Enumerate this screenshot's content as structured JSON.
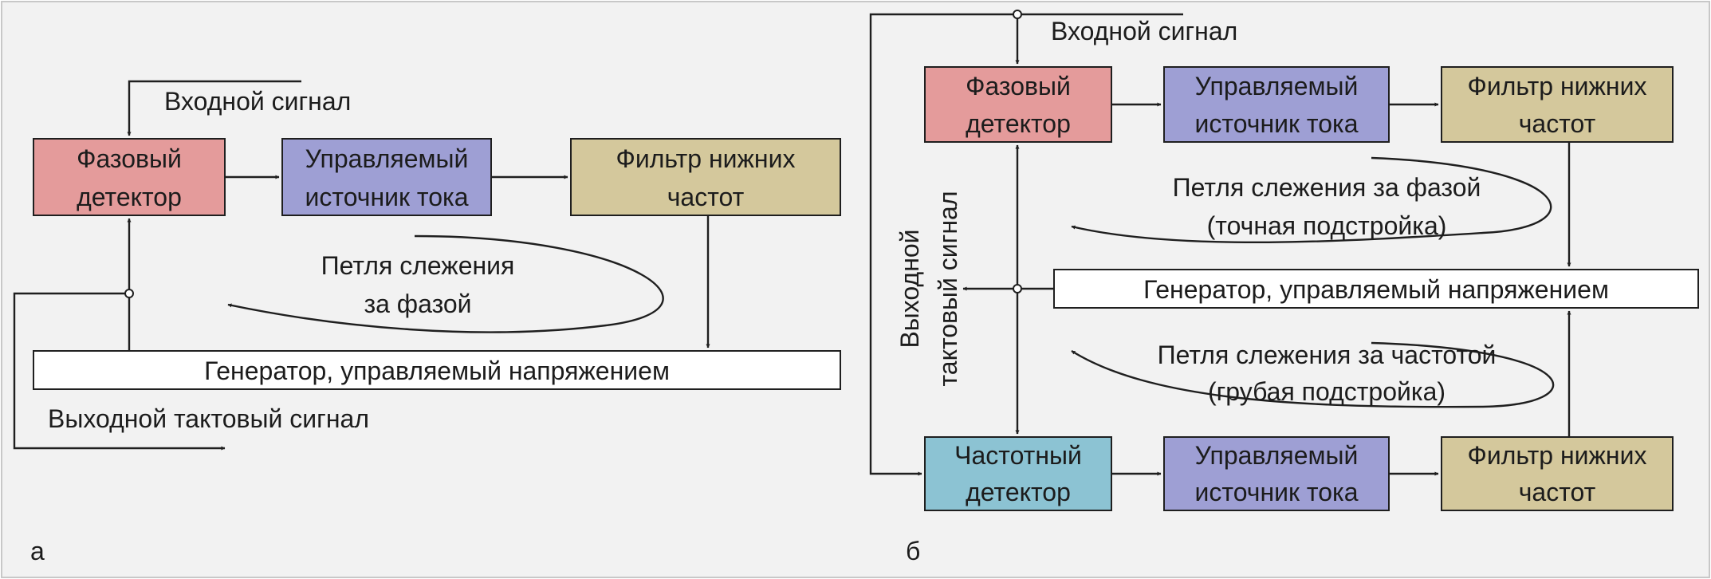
{
  "colors": {
    "background": "#f2f2f2",
    "phase_detector": "#e49b9b",
    "current_source": "#9e9fd4",
    "low_pass_filter": "#d4c89c",
    "frequency_detector": "#8cc3d3",
    "vco": "#ffffff",
    "stroke": "#1f1f1f"
  },
  "panel_a": {
    "label": "а",
    "input_signal": "Входной сигнал",
    "phase_detector": [
      "Фазовый",
      "детектор"
    ],
    "current_source": [
      "Управляемый",
      "источник тока"
    ],
    "low_pass_filter": [
      "Фильтр нижних",
      "частот"
    ],
    "loop": [
      "Петля слежения",
      "за фазой"
    ],
    "vco": "Генератор, управляемый напряжением",
    "output_signal": "Выходной тактовый сигнал"
  },
  "panel_b": {
    "label": "б",
    "input_signal": "Входной сигнал",
    "phase_detector": [
      "Фазовый",
      "детектор"
    ],
    "current_source_top": [
      "Управляемый",
      "источник тока"
    ],
    "low_pass_filter_top": [
      "Фильтр нижних",
      "частот"
    ],
    "phase_loop": [
      "Петля слежения за фазой",
      "(точная подстройка)"
    ],
    "vco": "Генератор, управляемый напряжением",
    "frequency_loop": [
      "Петля слежения за частотой",
      "(грубая подстройка)"
    ],
    "frequency_detector": [
      "Частотный",
      "детектор"
    ],
    "current_source_bottom": [
      "Управляемый",
      "источник тока"
    ],
    "low_pass_filter_bottom": [
      "Фильтр нижних",
      "частот"
    ],
    "output_signal": [
      "Выходной",
      "тактовый сигнал"
    ]
  }
}
